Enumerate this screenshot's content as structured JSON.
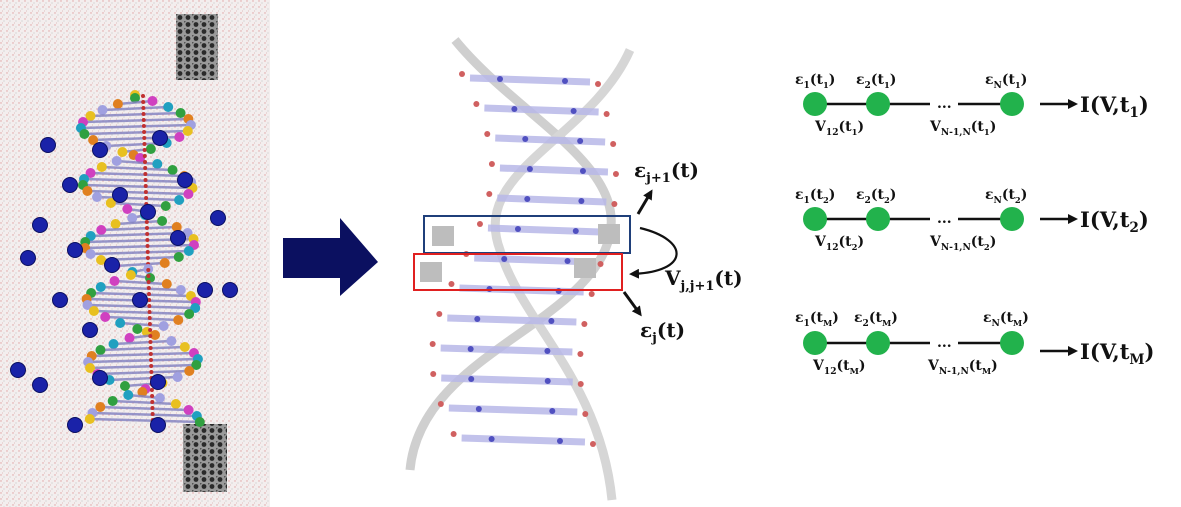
{
  "colors": {
    "arrow": "#0b1060",
    "node": "#22b24c",
    "box_blue": "#1f3f7a",
    "box_red": "#e02020",
    "ion": "#1a22a8",
    "tube": "#3a3a3a"
  },
  "icons": {
    "left_panel": "dna-molecular-dynamics-snapshot",
    "middle_panel": "dna-base-pair-stack",
    "transition": "right-arrow-icon"
  },
  "middle": {
    "eps_j1": {
      "base": "ε",
      "sub": "j+1",
      "tail": "(t)"
    },
    "eps_j": {
      "base": "ε",
      "sub": "j",
      "tail": "(t)"
    },
    "v_jj1": {
      "base": "V",
      "sub": "j,j+1",
      "tail": "(t)"
    }
  },
  "chains": [
    {
      "eps1": {
        "base": "ε",
        "sub": "1",
        "tail_open": "(t",
        "tsub": "1",
        "tail_close": ")"
      },
      "eps2": {
        "base": "ε",
        "sub": "2",
        "tail_open": "(t",
        "tsub": "1",
        "tail_close": ")"
      },
      "epsN": {
        "base": "ε",
        "sub": "N",
        "tail_open": "(t",
        "tsub": "1",
        "tail_close": ")"
      },
      "v12": {
        "base": "V",
        "sub": "12",
        "tail_open": "(t",
        "tsub": "1",
        "tail_close": ")"
      },
      "vN": {
        "base": "V",
        "sub": "N-1,N",
        "tail_open": "(t",
        "tsub": "1",
        "tail_close": ")"
      },
      "dots": "...",
      "current": {
        "open": "I(V,t",
        "tsub": "1",
        "close": ")"
      }
    },
    {
      "eps1": {
        "base": "ε",
        "sub": "1",
        "tail_open": "(t",
        "tsub": "2",
        "tail_close": ")"
      },
      "eps2": {
        "base": "ε",
        "sub": "2",
        "tail_open": "(t",
        "tsub": "2",
        "tail_close": ")"
      },
      "epsN": {
        "base": "ε",
        "sub": "N",
        "tail_open": "(t",
        "tsub": "2",
        "tail_close": ")"
      },
      "v12": {
        "base": "V",
        "sub": "12",
        "tail_open": "(t",
        "tsub": "2",
        "tail_close": ")"
      },
      "vN": {
        "base": "V",
        "sub": "N-1,N",
        "tail_open": "(t",
        "tsub": "2",
        "tail_close": ")"
      },
      "dots": "...",
      "current": {
        "open": "I(V,t",
        "tsub": "2",
        "close": ")"
      }
    },
    {
      "eps1": {
        "base": "ε",
        "sub": "1",
        "tail_open": "(t",
        "tsub": "M",
        "tail_close": ")"
      },
      "eps2": {
        "base": "ε",
        "sub": "2",
        "tail_open": "(t",
        "tsub": "M",
        "tail_close": ")"
      },
      "epsN": {
        "base": "ε",
        "sub": "N",
        "tail_open": "(t",
        "tsub": "M",
        "tail_close": ")"
      },
      "v12": {
        "base": "V",
        "sub": "12",
        "tail_open": "(t",
        "tsub": "M",
        "tail_close": ")"
      },
      "vN": {
        "base": "V",
        "sub": "N-1,N",
        "tail_open": "(t",
        "tsub": "M",
        "tail_close": ")"
      },
      "dots": "...",
      "current": {
        "open": "I(V,t",
        "tsub": "M",
        "close": ")"
      }
    }
  ]
}
